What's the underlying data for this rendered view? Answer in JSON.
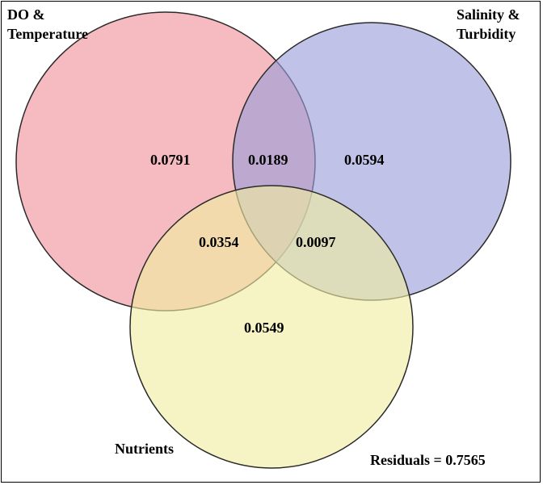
{
  "sets": {
    "do_temperature": {
      "label_line1": "DO &",
      "label_line2": "Temperature",
      "color": "#f4a6b0"
    },
    "salinity_turbidity": {
      "label_line1": "Salinity &",
      "label_line2": "Turbidity",
      "color": "#9a9ed8"
    },
    "nutrients": {
      "label": "Nutrients",
      "color": "#f1eea0"
    }
  },
  "regions": {
    "do_only": "0.0791",
    "do_salinity": "0.0189",
    "salinity_only": "0.0594",
    "do_nutrients": "0.0354",
    "salinity_nutrients": "0.0097",
    "nutrients_only": "0.0549"
  },
  "residuals": "Residuals = 0.7565"
}
